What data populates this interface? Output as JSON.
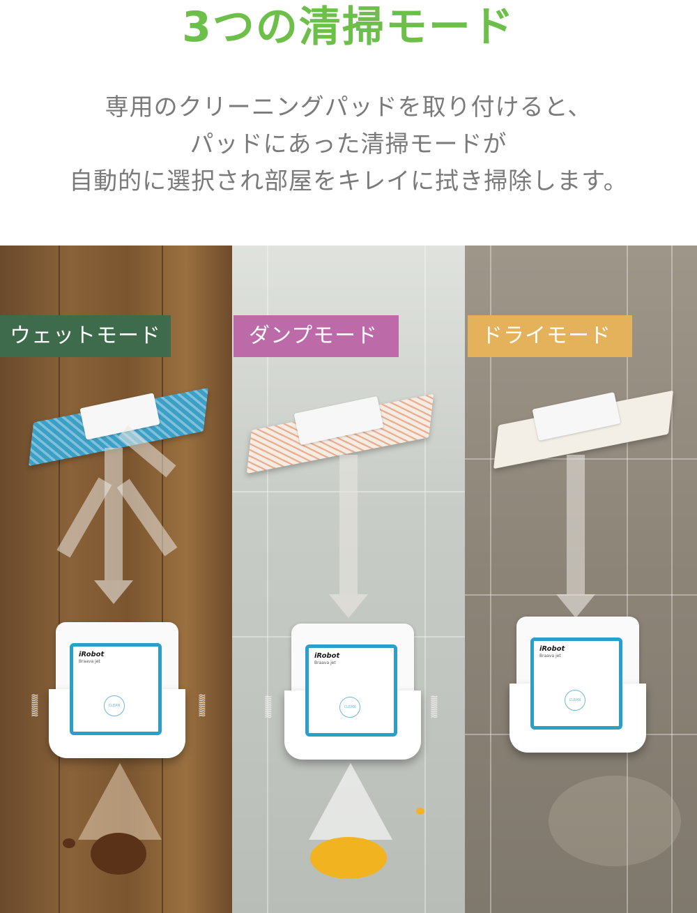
{
  "title": "3つの清掃モード",
  "description": [
    "専用のクリーニングパッドを取り付けると、",
    "パッドにあった清掃モードが",
    "自動的に選択され部屋をキレイに拭き掃除します。"
  ],
  "modes": [
    {
      "label": "ウェットモード",
      "color": "#3d6b4c",
      "pad_color": "#3c9fc6"
    },
    {
      "label": "ダンプモード",
      "color": "#bd6aa8",
      "pad_color": "#e2936a"
    },
    {
      "label": "ドライモード",
      "color": "#e4b25a",
      "pad_color": "#f3efe6"
    }
  ],
  "robot": {
    "brand": "iRobot",
    "model": "Braava jet",
    "button": "CLEAN"
  }
}
